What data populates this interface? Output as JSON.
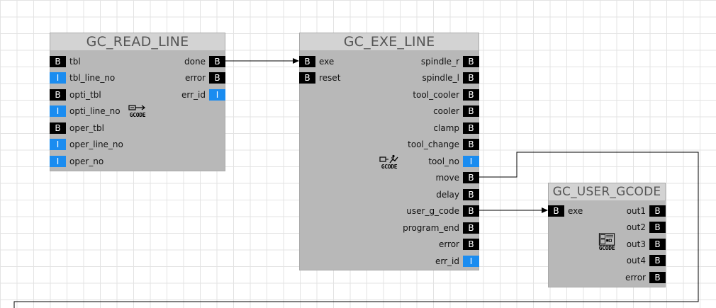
{
  "blocks": {
    "read_line": {
      "title": "GC_READ_LINE",
      "inputs": [
        {
          "type": "B",
          "label": "tbl"
        },
        {
          "type": "I",
          "label": "tbl_line_no"
        },
        {
          "type": "B",
          "label": "opti_tbl"
        },
        {
          "type": "I",
          "label": "opti_line_no"
        },
        {
          "type": "B",
          "label": "oper_tbl"
        },
        {
          "type": "I",
          "label": "oper_line_no"
        },
        {
          "type": "I",
          "label": "oper_no"
        }
      ],
      "outputs": [
        {
          "type": "B",
          "label": "done"
        },
        {
          "type": "B",
          "label": "error"
        },
        {
          "type": "I",
          "label": "err_id"
        }
      ],
      "icon": "gcode-read-icon",
      "icon_text": "GCODE"
    },
    "exe_line": {
      "title": "GC_EXE_LINE",
      "inputs": [
        {
          "type": "B",
          "label": "exe"
        },
        {
          "type": "B",
          "label": "reset"
        }
      ],
      "outputs": [
        {
          "type": "B",
          "label": "spindle_r"
        },
        {
          "type": "B",
          "label": "spindle_l"
        },
        {
          "type": "B",
          "label": "tool_cooler"
        },
        {
          "type": "B",
          "label": "cooler"
        },
        {
          "type": "B",
          "label": "clamp"
        },
        {
          "type": "B",
          "label": "tool_change"
        },
        {
          "type": "I",
          "label": "tool_no"
        },
        {
          "type": "B",
          "label": "move"
        },
        {
          "type": "B",
          "label": "delay"
        },
        {
          "type": "B",
          "label": "user_g_code"
        },
        {
          "type": "B",
          "label": "program_end"
        },
        {
          "type": "B",
          "label": "error"
        },
        {
          "type": "I",
          "label": "err_id"
        }
      ],
      "icon": "gcode-exe-icon",
      "icon_text": "GCODE"
    },
    "user_gcode": {
      "title": "GC_USER_GCODE",
      "inputs": [
        {
          "type": "B",
          "label": "exe"
        }
      ],
      "outputs": [
        {
          "type": "B",
          "label": "out1"
        },
        {
          "type": "B",
          "label": "out2"
        },
        {
          "type": "B",
          "label": "out3"
        },
        {
          "type": "B",
          "label": "out4"
        },
        {
          "type": "B",
          "label": "error"
        }
      ],
      "icon": "gcode-user-icon",
      "icon_text": "GCODE"
    }
  },
  "connections": [
    {
      "from": "GC_READ_LINE.done",
      "to": "GC_EXE_LINE.exe"
    },
    {
      "from": "GC_EXE_LINE.user_g_code",
      "to": "GC_USER_GCODE.exe"
    },
    {
      "from": "GC_EXE_LINE.move",
      "to": "offscreen"
    }
  ],
  "colors": {
    "block_body": "#b8b8b8",
    "block_header": "#d3d3d3",
    "bool_port": "#000000",
    "int_port": "#1a8cf0",
    "wire": "#000000"
  }
}
